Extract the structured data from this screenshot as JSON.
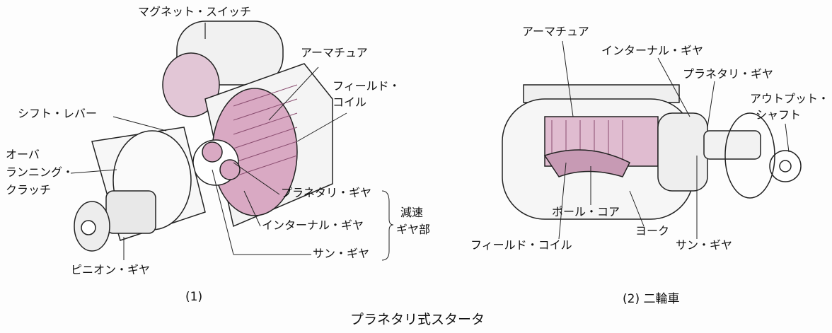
{
  "figure1": {
    "labels": {
      "magnet_switch": "マグネット・スイッチ",
      "armature": "アーマチュア",
      "field_coil_1": "フィールド・",
      "field_coil_2": "コイル",
      "shift_lever": "シフト・レバー",
      "overrunning_1": "オーバ",
      "overrunning_2": "ランニング・",
      "overrunning_3": "クラッチ",
      "planetary_gear": "プラネタリ・ギヤ",
      "internal_gear": "インターナル・ギヤ",
      "sun_gear": "サン・ギヤ",
      "reduction_1": "減速",
      "reduction_2": "ギヤ部",
      "pinion_gear": "ピニオン・ギヤ"
    },
    "caption": "(1)"
  },
  "figure2": {
    "labels": {
      "armature": "アーマチュア",
      "internal_gear": "インターナル・ギヤ",
      "planetary_gear": "プラネタリ・ギヤ",
      "output_shaft_1": "アウトプット・",
      "output_shaft_2": "シャフト",
      "pole_core": "ポール・コア",
      "yoke": "ヨーク",
      "field_coil": "フィールド・コイル",
      "sun_gear": "サン・ギヤ"
    },
    "caption": "(2)  二輪車"
  },
  "title": "プラネタリ式スタータ",
  "colors": {
    "accent": "#c79ab4",
    "line": "#222222"
  }
}
